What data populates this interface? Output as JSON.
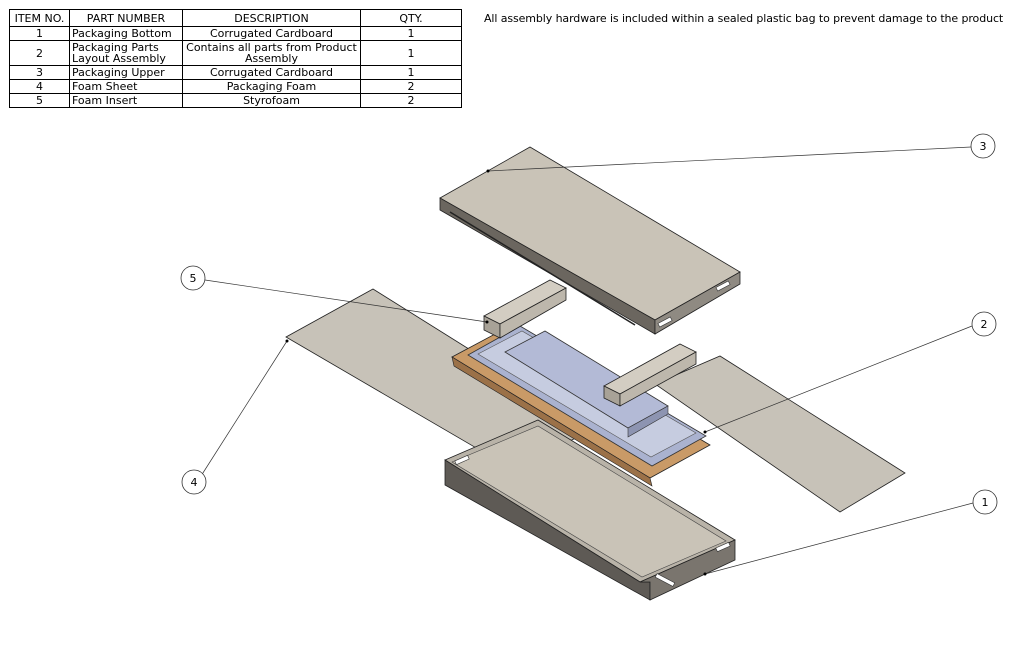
{
  "bom": {
    "headers": [
      "ITEM NO.",
      "PART NUMBER",
      "DESCRIPTION",
      "QTY."
    ],
    "rows": [
      {
        "item": "1",
        "part": "Packaging Bottom",
        "desc": "Corrugated Cardboard",
        "qty": "1"
      },
      {
        "item": "2",
        "part": "Packaging Parts Layout Assembly",
        "desc": "Contains all parts from Product Assembly",
        "qty": "1"
      },
      {
        "item": "3",
        "part": "Packaging Upper",
        "desc": "Corrugated Cardboard",
        "qty": "1"
      },
      {
        "item": "4",
        "part": "Foam Sheet",
        "desc": "Packaging Foam",
        "qty": "2"
      },
      {
        "item": "5",
        "part": "Foam Insert",
        "desc": "Styrofoam",
        "qty": "2"
      }
    ]
  },
  "note": "All assembly hardware is included within a sealed plastic bag to prevent damage to the product",
  "balloons": {
    "b1": "1",
    "b2": "2",
    "b3": "3",
    "b4": "4",
    "b5": "5"
  },
  "colors": {
    "cardboard": "#c9c3b7",
    "cardboard_dark": "#8f8a82",
    "foam_sheet": "#c7c2b8",
    "tray_wood": "#c99a67",
    "tray_blue": "#aab2cf",
    "insert": "#d3cdc2"
  }
}
